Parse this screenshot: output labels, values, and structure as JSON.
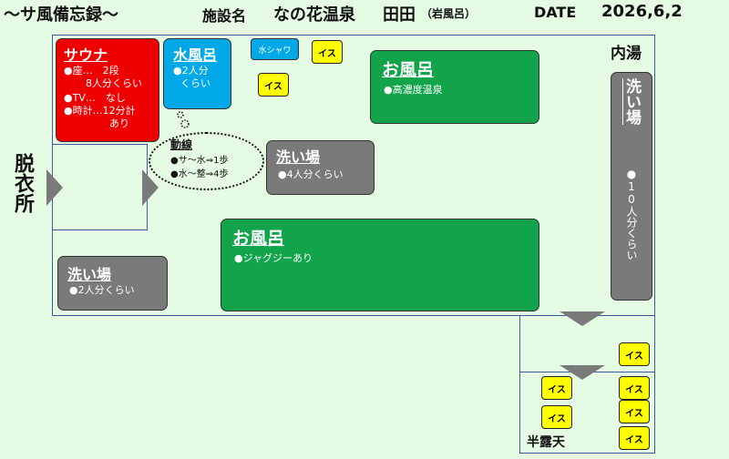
{
  "header": {
    "title": "〜サ風備忘録〜",
    "facility_label": "施設名",
    "facility_name": "なの花温泉",
    "facility_place": "田田",
    "facility_note": "（岩風呂）",
    "date_label": "DATE",
    "date_value": "2026,6,2"
  },
  "zones": {
    "dressing_room": "脱衣所",
    "indoor_bath": "内湯",
    "half_outdoor": "半露天"
  },
  "sauna": {
    "title": "サウナ",
    "lines": [
      "●座…　2段",
      "8人分くらい",
      "●TV…　なし",
      "●時計…12分計",
      "あり"
    ]
  },
  "cold_bath": {
    "title": "水風呂",
    "lines": [
      "●2人分",
      "くらい"
    ]
  },
  "cold_shower": {
    "label": "水シャワ"
  },
  "route": {
    "title": "動線",
    "lines": [
      "●サ～水⇒1歩",
      "●水～整⇒4歩"
    ]
  },
  "bath_top": {
    "title": "お風呂",
    "note": "●高濃度温泉"
  },
  "bath_center": {
    "title": "お風呂",
    "note": "●ジャグジーあり"
  },
  "wash_center": {
    "title": "洗い場",
    "note": "●4人分くらい"
  },
  "wash_left": {
    "title": "洗い場",
    "note": "●2人分くらい"
  },
  "wash_right": {
    "title": "洗い場",
    "note": "●10人分くらい"
  },
  "chair_label": "イス",
  "colors": {
    "background": "#e6fbe3",
    "sauna": "#ee0000",
    "cold_bath": "#00a8e8",
    "bath": "#12a44a",
    "wash": "#7a7a7a",
    "chair": "#ffff00",
    "outline": "#3a5a9a"
  }
}
